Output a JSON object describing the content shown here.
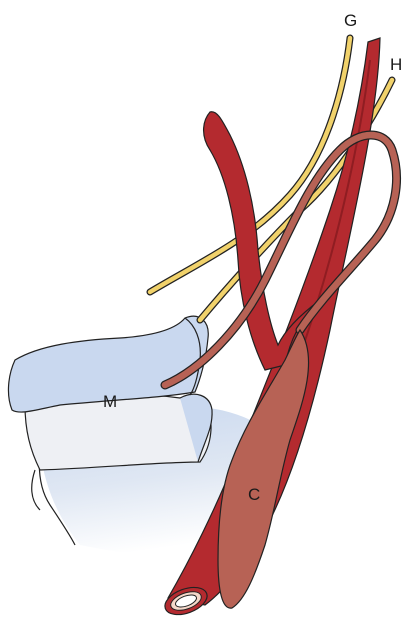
{
  "labels": {
    "g": "G",
    "h": "H",
    "m": "M",
    "c": "C"
  },
  "colors": {
    "artery_fill": "#b42a2f",
    "artery_dark": "#8f1d22",
    "vein_fill": "#b76255",
    "nerve_fill": "#f1d26b",
    "bone_fill": "#c9d8ef",
    "bone_light": "#e9edf4",
    "outline": "#222222"
  }
}
